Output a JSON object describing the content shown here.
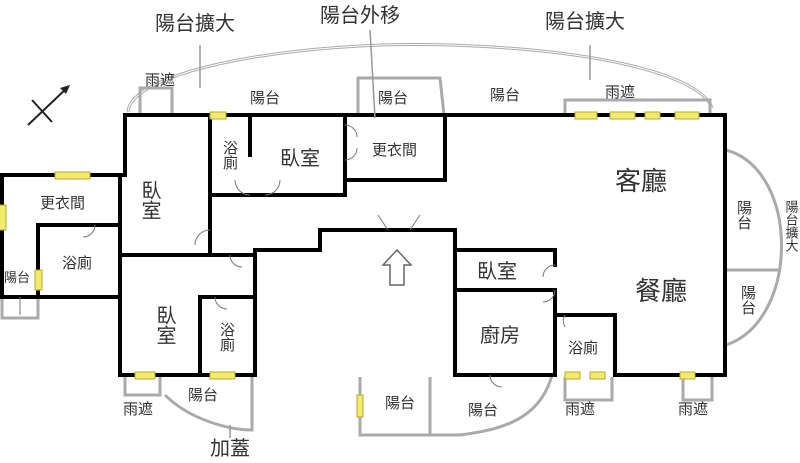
{
  "annotations": {
    "balcony_expand_left": "陽台擴大",
    "balcony_move_out": "陽台外移",
    "balcony_expand_right": "陽台擴大",
    "balcony_expand_side": "陽台擴大",
    "addition": "加蓋"
  },
  "rooms": {
    "living_room": "客廳",
    "dining_room": "餐廳",
    "kitchen": "廚房",
    "bedroom_top": "臥室",
    "bedroom_left": "臥室",
    "bedroom_bottom_left": "臥室",
    "bedroom_kitchen": "臥室",
    "bath_top": "浴廁",
    "bath_left": "浴廁",
    "bath_bottom_left": "浴廁",
    "bath_right": "浴廁",
    "closet_top": "更衣間",
    "closet_left": "更衣間"
  },
  "balconies": {
    "top_mid": "陽台",
    "top_closet": "陽台",
    "top_right": "陽台",
    "left": "陽台",
    "right_upper": "陽台",
    "right_lower": "陽台",
    "bottom_left": "陽台",
    "bottom_center_left": "陽台",
    "bottom_center_right": "陽台"
  },
  "awnings": {
    "top_left": "雨遮",
    "top_right": "雨遮",
    "bottom_left": "雨遮",
    "bottom_right_1": "雨遮",
    "bottom_right_2": "雨遮"
  }
}
